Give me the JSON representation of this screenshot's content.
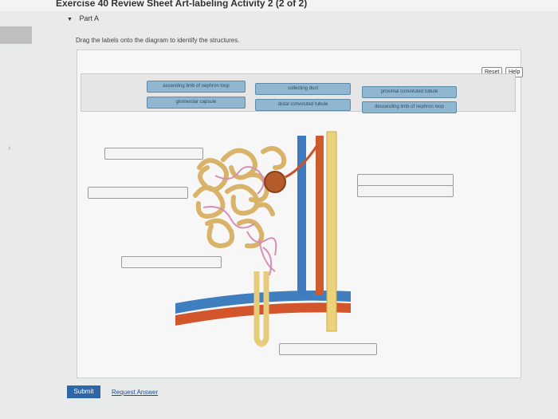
{
  "header": {
    "title": "Exercise 40 Review Sheet Art-labeling Activity 2 (2 of 2)"
  },
  "part": {
    "label": "Part A"
  },
  "instruction": "Drag the labels onto the diagram to identify the structures.",
  "controls": {
    "reset": "Reset",
    "help": "Help"
  },
  "labels": [
    "ascending limb of nephron loop",
    "glomerular capsule",
    "collecting duct",
    "distal convoluted tubule",
    "proximal convoluted tubule",
    "descending limb of nephron loop"
  ],
  "footer": {
    "submit": "Submit",
    "request": "Request Answer"
  },
  "icons": {
    "collapse": "triangle-down-icon",
    "nav": "chevron-right-icon"
  }
}
